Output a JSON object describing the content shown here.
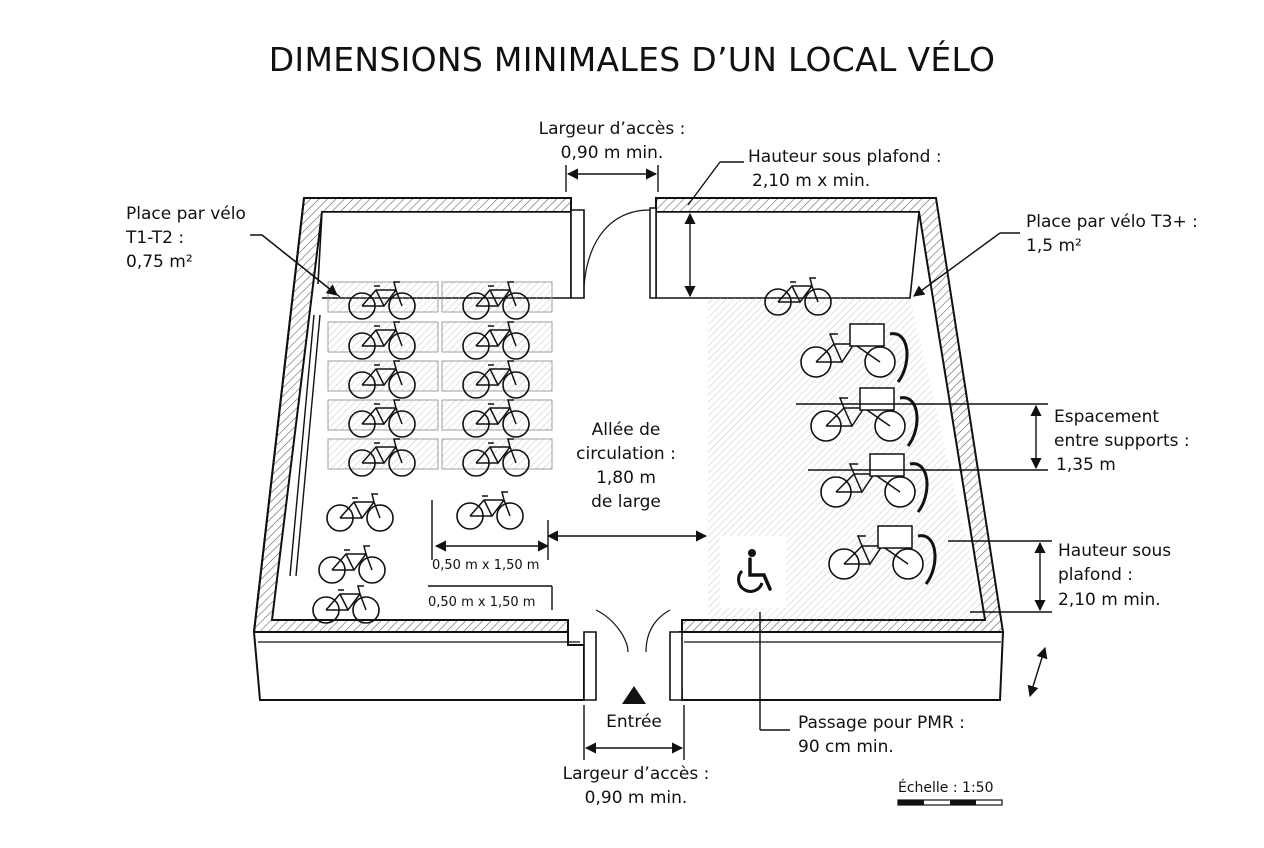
{
  "title": "DIMENSIONS MINIMALES D’UN LOCAL VÉLO",
  "labels": {
    "top_access_1": "Largeur d’accès :",
    "top_access_2": "0,90 m min.",
    "ceiling_top_1": "Hauteur sous plafond :",
    "ceiling_top_2": "2,10 m x min.",
    "place_t1_1": "Place par vélo",
    "place_t1_2": "T1-T2 :",
    "place_t1_3": "0,75 m²",
    "place_t3_1": "Place par vélo T3+ :",
    "place_t3_2": "1,5 m²",
    "aisle_1": "Allée de",
    "aisle_2": "circulation :",
    "aisle_3": "1,80 m",
    "aisle_4": "de large",
    "spacing_1": "Espacement",
    "spacing_2": "entre supports :",
    "spacing_3": "1,35 m",
    "ceiling_right_1": "Hauteur sous",
    "ceiling_right_2": "plafond :",
    "ceiling_right_3": "2,10 m min.",
    "dim_spot_1": "0,50 m x 1,50 m",
    "dim_spot_2": "0,50 m x 1,50 m",
    "entrance": "Entrée",
    "bottom_access_1": "Largeur d’accès :",
    "bottom_access_2": "0,90 m min.",
    "pmr_1": "Passage pour PMR :",
    "pmr_2": "90 cm min.",
    "scale": "Échelle : 1:50"
  },
  "icons": {
    "accessibility": "wheelchair-icon",
    "entrance_marker": "triangle-up-icon",
    "bicycle": "bicycle-icon",
    "cargo_bicycle": "cargo-bicycle-icon"
  }
}
